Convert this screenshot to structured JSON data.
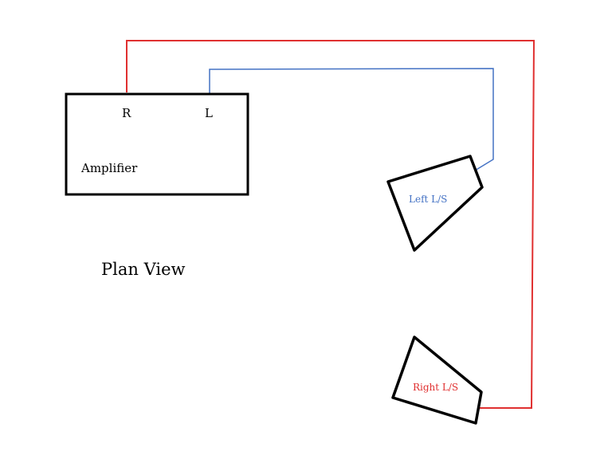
{
  "amplifier": {
    "label": "Amplifier",
    "terminal_right": "R",
    "terminal_left": "L"
  },
  "left_speaker": {
    "label": "Left L/S",
    "wire_color": "#4472c4"
  },
  "right_speaker": {
    "label": "Right L/S",
    "wire_color": "#e03030"
  },
  "view_title": "Plan View",
  "colors": {
    "outline": "#000000",
    "left_channel": "#4472c4",
    "right_channel": "#e03030",
    "background": "#ffffff"
  }
}
